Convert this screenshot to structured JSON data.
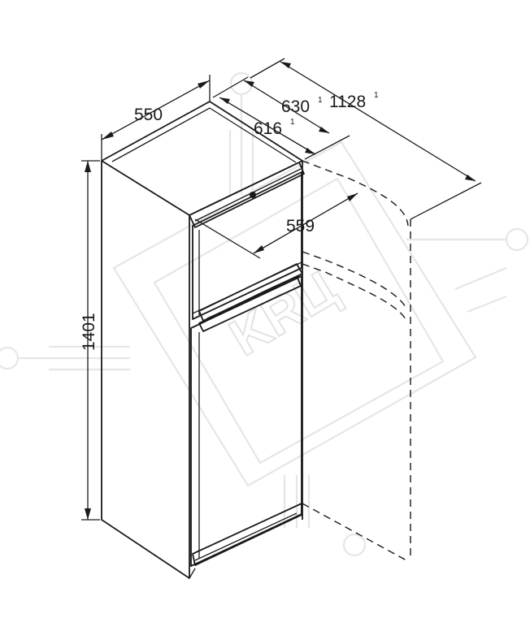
{
  "dimensions": {
    "width": "550",
    "depth_total": "630",
    "depth_total_note": "1",
    "depth_body": "616",
    "depth_body_note": "1",
    "door_open": "1128",
    "door_open_note": "1",
    "inner_width": "559",
    "height": "1401"
  },
  "watermark": {
    "text": "KRЦ"
  },
  "colors": {
    "ink": "#1a1a1a",
    "watermark": "#e6e6e6",
    "background": "#ffffff"
  }
}
